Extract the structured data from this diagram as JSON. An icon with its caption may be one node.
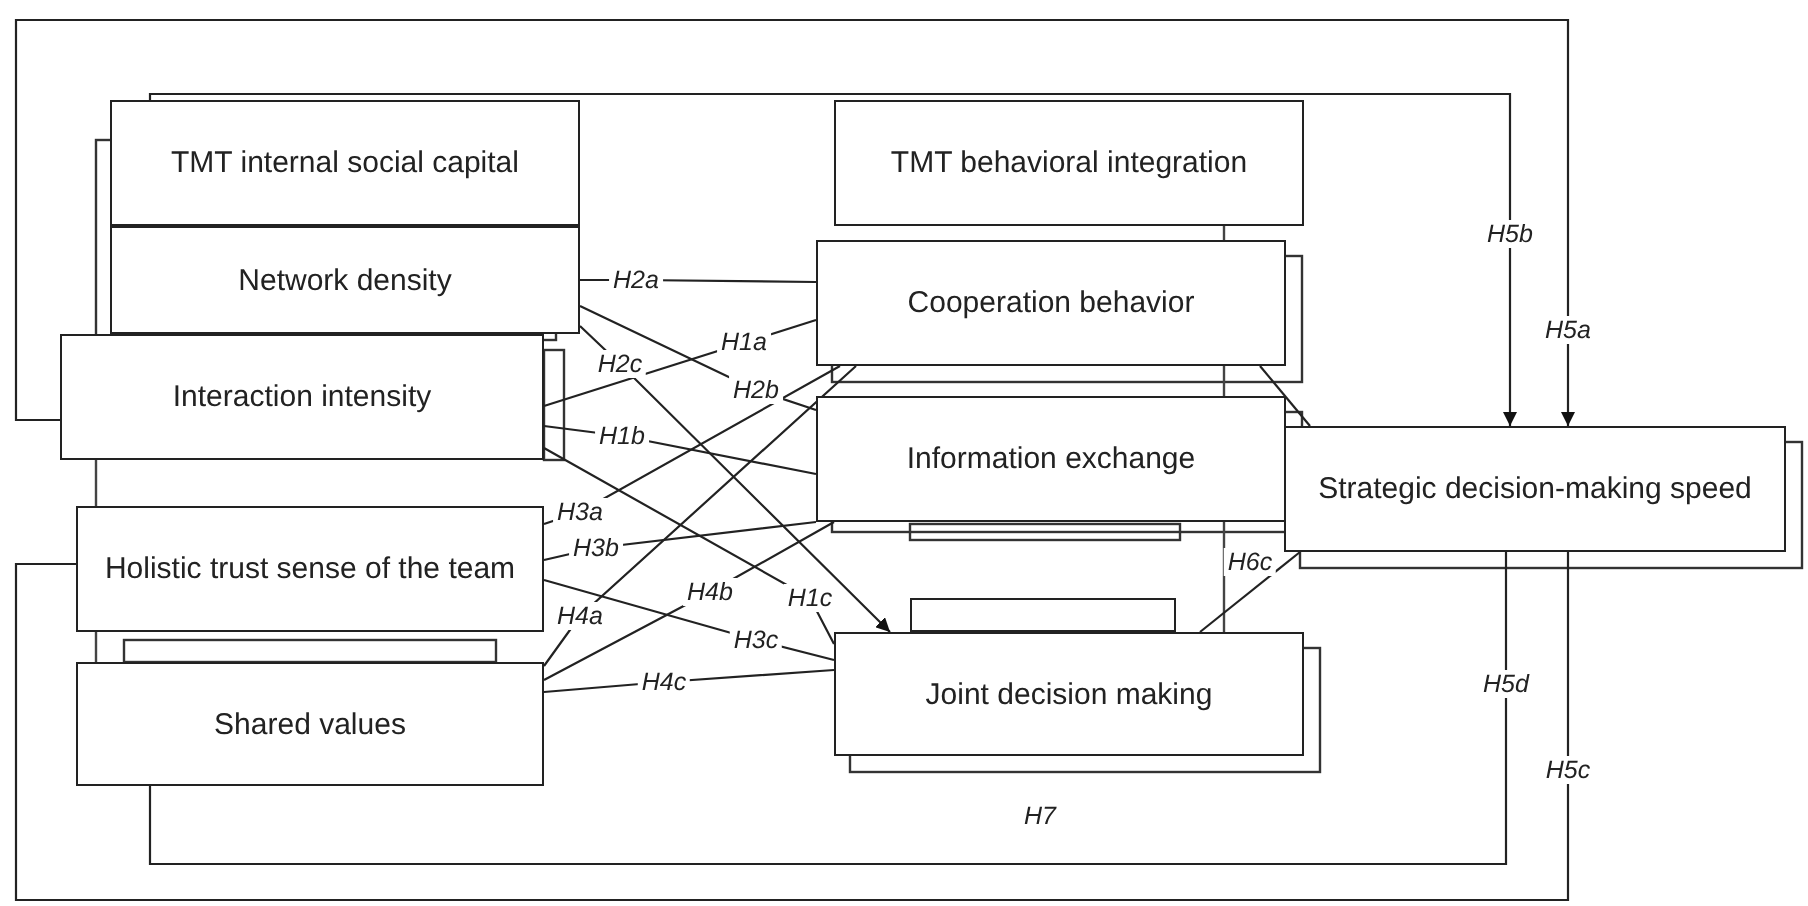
{
  "diagram": {
    "nodes": [
      {
        "text": [
          "TMT internal social capital"
        ]
      },
      {
        "text": [
          "Network density"
        ]
      },
      {
        "text": [
          "Interaction intensity"
        ]
      },
      {
        "text": [
          "Holistic trust sense of the team"
        ]
      },
      {
        "text": [
          "Shared values"
        ]
      },
      {
        "text": [
          "TMT behavioral integration"
        ]
      },
      {
        "text": [
          "Cooperation behavior"
        ]
      },
      {
        "text": [
          "Information exchange"
        ]
      },
      {
        "text": [
          "Joint decision making"
        ]
      },
      {
        "text": [
          "Strategic decision-making speed"
        ]
      },
      {
        "text": [],
        "shape": "box"
      }
    ],
    "edges": [
      {
        "from": 2,
        "to": 6,
        "arrow": "none",
        "label": "H1a"
      },
      {
        "from": 2,
        "to": 7,
        "arrow": "none",
        "label": "H1b"
      },
      {
        "from": 2,
        "to": 8,
        "arrow": "none",
        "label": "H1c"
      },
      {
        "from": 1,
        "to": 6,
        "arrow": "none",
        "label": "H2a"
      },
      {
        "from": 1,
        "to": 7,
        "arrow": "none",
        "label": "H2b"
      },
      {
        "from": 1,
        "to": 8,
        "arrow": "to",
        "label": "H2c"
      },
      {
        "from": 3,
        "to": 6,
        "arrow": "none",
        "label": "H3a"
      },
      {
        "from": 3,
        "to": 7,
        "arrow": "none",
        "label": "H3b"
      },
      {
        "from": 3,
        "to": 8,
        "arrow": "none",
        "label": "H3c"
      },
      {
        "from": 4,
        "to": 6,
        "arrow": "none",
        "label": "H4a"
      },
      {
        "from": 4,
        "to": 7,
        "arrow": "none",
        "label": "H4b"
      },
      {
        "from": 4,
        "to": 8,
        "arrow": "none",
        "label": "H4c"
      },
      {
        "from": 2,
        "to": 9,
        "arrow": "to",
        "label": "H5a"
      },
      {
        "from": 0,
        "to": 9,
        "arrow": "to",
        "label": "H5b"
      },
      {
        "from": 3,
        "to": 9,
        "arrow": "none",
        "label": "H5c"
      },
      {
        "from": 4,
        "to": 9,
        "arrow": "none",
        "label": "H5d"
      },
      {
        "from": 8,
        "to": 9,
        "arrow": "none",
        "label": "H6c"
      },
      {
        "from": 6,
        "to": 9,
        "arrow": "none"
      }
    ],
    "labels": [
      "H7"
    ]
  }
}
